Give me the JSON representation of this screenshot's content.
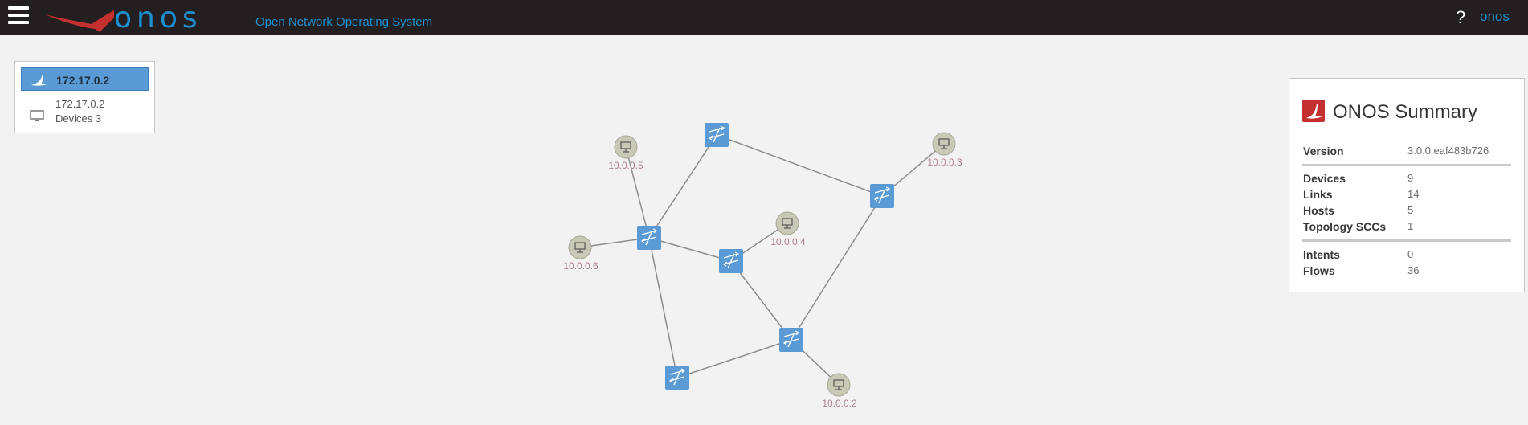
{
  "header": {
    "logo_text": "onos",
    "subtitle": "Open Network Operating System",
    "help_label": "?",
    "user_label": "onos"
  },
  "instance_panel": {
    "header_name": "172.17.0.2",
    "ip": "172.17.0.2",
    "devices": "Devices 3"
  },
  "topology": {
    "hosts": [
      {
        "id": "h5",
        "label": "10.0.0.5"
      },
      {
        "id": "h3",
        "label": "10.0.0.3"
      },
      {
        "id": "h4",
        "label": "10.0.0.4"
      },
      {
        "id": "h6",
        "label": "10.0.0.6"
      },
      {
        "id": "h2",
        "label": "10.0.0.2"
      }
    ]
  },
  "summary": {
    "title": "ONOS Summary",
    "version_label": "Version",
    "version": "3.0.0.eaf483b726",
    "devices_label": "Devices",
    "devices": "9",
    "links_label": "Links",
    "links": "14",
    "hosts_label": "Hosts",
    "hosts": "5",
    "sccs_label": "Topology SCCs",
    "sccs": "1",
    "intents_label": "Intents",
    "intents": "0",
    "flows_label": "Flows",
    "flows": "36"
  },
  "colors": {
    "topbar": "#231f20",
    "accent": "#1c8fd0",
    "switch": "#5b9bd5",
    "host": "#c9c9b8",
    "host_label": "#a9808a",
    "brand_red": "#c42f2f"
  }
}
